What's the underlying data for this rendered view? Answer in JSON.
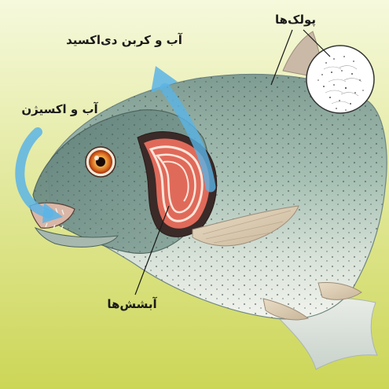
{
  "labels": {
    "scales": "پولک‌ها",
    "water_co2": "آب و کربن دی‌اکسید",
    "water_oxygen": "آب و اکسیژن",
    "gills": "آبشش‌ها"
  },
  "colors": {
    "background_top": "#f4f8d8",
    "background_bottom": "#cfd85a",
    "arrow": "#5ab4e6",
    "fish_body": "#9fb8a8",
    "gill": "#e06a5a"
  }
}
